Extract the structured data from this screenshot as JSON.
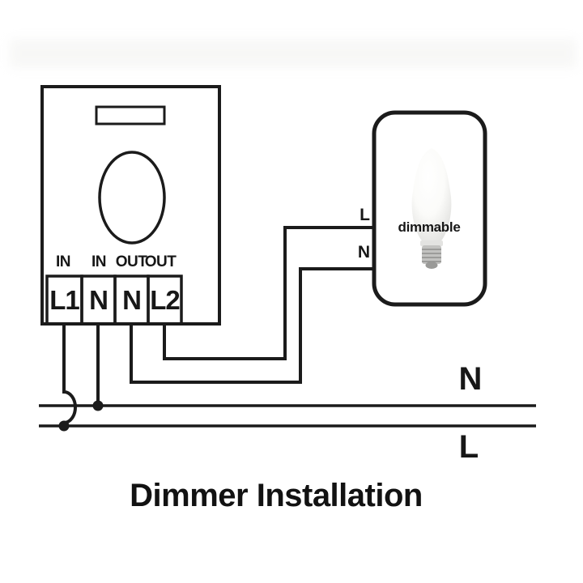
{
  "title": "Dimmer Installation",
  "dimmer": {
    "row_labels": [
      "IN",
      "IN",
      "OUT",
      "OUT"
    ],
    "terminals": [
      "L1",
      "N",
      "N",
      "L2"
    ]
  },
  "lamp": {
    "name": "dimmable",
    "terminal_l": "L",
    "terminal_n": "N"
  },
  "mains": {
    "neutral_label": "N",
    "live_label": "L"
  },
  "colors": {
    "line": "#1b1b1b",
    "background": "#ffffff",
    "bulb_base": "#c2c2c0"
  }
}
